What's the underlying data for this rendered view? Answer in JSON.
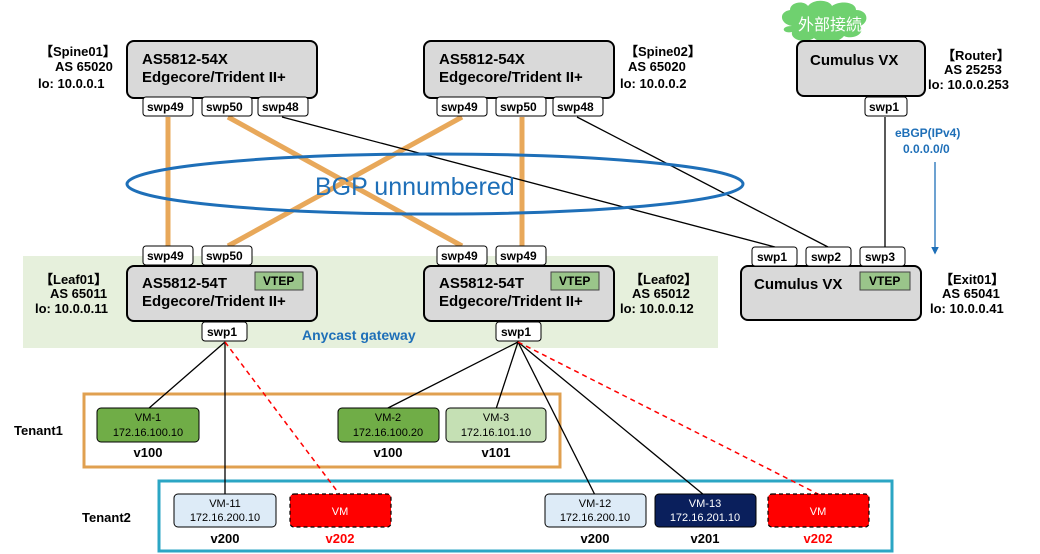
{
  "spine01": {
    "name": "AS5812-54X",
    "model": "Edgecore/Trident II+",
    "label": "【Spine01】",
    "as": "AS 65020",
    "lo": "lo: 10.0.0.1",
    "ports": [
      "swp49",
      "swp50",
      "swp48"
    ]
  },
  "spine02": {
    "name": "AS5812-54X",
    "model": "Edgecore/Trident II+",
    "label": "【Spine02】",
    "as": "AS 65020",
    "lo": "lo: 10.0.0.2",
    "ports": [
      "swp49",
      "swp50",
      "swp48"
    ]
  },
  "router": {
    "name": "Cumulus VX",
    "label": "【Router】",
    "as": "AS 25253",
    "lo": "lo: 10.0.0.253",
    "port": "swp1",
    "cloud": "外部接続",
    "ebgp": "eBGP(IPv4)",
    "route": "0.0.0.0/0"
  },
  "leaf01": {
    "name": "AS5812-54T",
    "model": "Edgecore/Trident II+",
    "label": "【Leaf01】",
    "as": "AS 65011",
    "lo": "lo: 10.0.0.11",
    "vtep": "VTEP",
    "ports": [
      "swp49",
      "swp50"
    ],
    "down_port": "swp1"
  },
  "leaf02": {
    "name": "AS5812-54T",
    "model": "Edgecore/Trident II+",
    "label": "【Leaf02】",
    "as": "AS 65012",
    "lo": "lo: 10.0.0.12",
    "vtep": "VTEP",
    "ports": [
      "swp49",
      "swp49"
    ],
    "down_port": "swp1"
  },
  "exit01": {
    "name": "Cumulus VX",
    "label": "【Exit01】",
    "as": "AS 65041",
    "lo": "lo: 10.0.0.41",
    "vtep": "VTEP",
    "ports": [
      "swp1",
      "swp2",
      "swp3"
    ]
  },
  "bgp_label": "BGP unnumbered",
  "anycast_label": "Anycast gateway",
  "tenant1": {
    "label": "Tenant1",
    "vms": [
      {
        "name": "VM-1",
        "ip": "172.16.100.10",
        "vlan": "v100"
      },
      {
        "name": "VM-2",
        "ip": "172.16.100.20",
        "vlan": "v100"
      },
      {
        "name": "VM-3",
        "ip": "172.16.101.10",
        "vlan": "v101"
      }
    ]
  },
  "tenant2": {
    "label": "Tenant2",
    "vms": [
      {
        "name": "VM-11",
        "ip": "172.16.200.10",
        "vlan": "v200"
      },
      {
        "name": "VM",
        "ip": "",
        "vlan": "v202"
      },
      {
        "name": "VM-12",
        "ip": "172.16.200.10",
        "vlan": "v200"
      },
      {
        "name": "VM-13",
        "ip": "172.16.201.10",
        "vlan": "v201"
      },
      {
        "name": "VM",
        "ip": "",
        "vlan": "v202"
      }
    ]
  },
  "colors": {
    "underlay": "#e8a85a",
    "bgp": "#1e6fb8",
    "anycast_bg": "#e6f0dc",
    "tenant1_border": "#e0a050",
    "tenant2_border": "#2ba6c4",
    "vtep": "#9ac58a",
    "red": "#ff0000",
    "device_fill": "#d9d9d9"
  }
}
